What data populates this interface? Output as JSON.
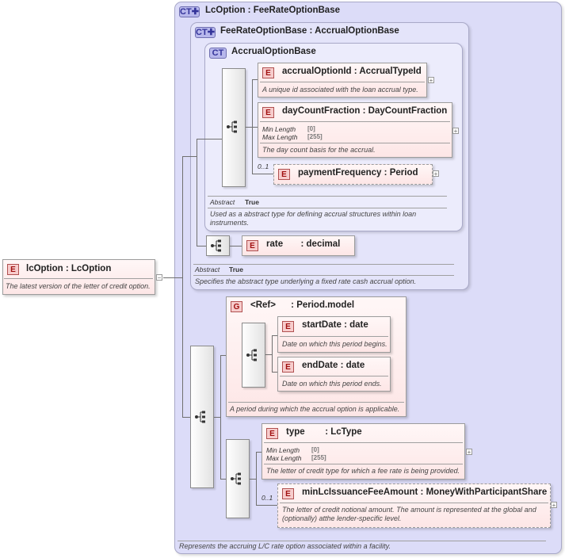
{
  "root_element": {
    "badge": "E",
    "name": "lcOption",
    "type": "LcOption",
    "description": "The latest version of the letter of credit option.",
    "collapse_symbol": "−"
  },
  "outer_type": {
    "badge": "CT",
    "name": "LcOption",
    "base": "FeeRateOptionBase",
    "description": "Represents the accruing L/C rate option associated within a facility."
  },
  "fee_rate_type": {
    "badge": "CT",
    "name": "FeeRateOptionBase",
    "base": "AccrualOptionBase",
    "abstract_label": "Abstract",
    "abstract_value": "True",
    "description": "Specifies the abstract type underlying a fixed rate cash accrual option."
  },
  "accrual_type": {
    "badge": "CT",
    "name": "AccrualOptionBase",
    "abstract_label": "Abstract",
    "abstract_value": "True",
    "description": "Used as a abstract type for defining accrual structures within loan instruments."
  },
  "elements": {
    "accrualOptionId": {
      "badge": "E",
      "name": "accrualOptionId",
      "type": "AccrualTypeId",
      "description": "A unique id associated with the loan accrual type.",
      "expand": "+"
    },
    "dayCountFraction": {
      "badge": "E",
      "name": "dayCountFraction",
      "type": "DayCountFraction",
      "min_label": "Min Length",
      "min_value": "[0]",
      "max_label": "Max Length",
      "max_value": "[255]",
      "description": "The day count basis for the accrual.",
      "expand": "+"
    },
    "paymentFrequency": {
      "badge": "E",
      "name": "paymentFrequency",
      "type": "Period",
      "occurs": "0..1",
      "expand": "+"
    },
    "rate": {
      "badge": "E",
      "name": "rate",
      "type": "decimal"
    },
    "periodModel": {
      "badge": "G",
      "name": "<Ref>",
      "type": "Period.model",
      "description": "A period during which the accrual option is applicable."
    },
    "startDate": {
      "badge": "E",
      "name": "startDate",
      "type": "date",
      "description": "Date on which this period begins."
    },
    "endDate": {
      "badge": "E",
      "name": "endDate",
      "type": "date",
      "description": "Date on which this period ends."
    },
    "type": {
      "badge": "E",
      "name": "type",
      "type": "LcType",
      "min_label": "Min Length",
      "min_value": "[0]",
      "max_label": "Max Length",
      "max_value": "[255]",
      "description": "The letter of credit type for which a fee rate is being provided.",
      "expand": "+"
    },
    "minLcIssuanceFeeAmount": {
      "badge": "E",
      "name": "minLcIssuanceFeeAmount",
      "type": "MoneyWithParticipantShare",
      "occurs": "0..1",
      "description": "The letter of credit notional amount. The amount is represented at the global and (optionally) atthe lender-specific level.",
      "expand": "+"
    }
  },
  "separator": ":",
  "colors": {
    "complex_type_fill": "#dcdcf8",
    "element_fill": "#fde6e6",
    "badge_red": "#a01010",
    "badge_blue": "#333399"
  },
  "icons": {
    "sequence": "sequence-compositor-icon",
    "ct_extension": "complex-type-extension-icon"
  }
}
